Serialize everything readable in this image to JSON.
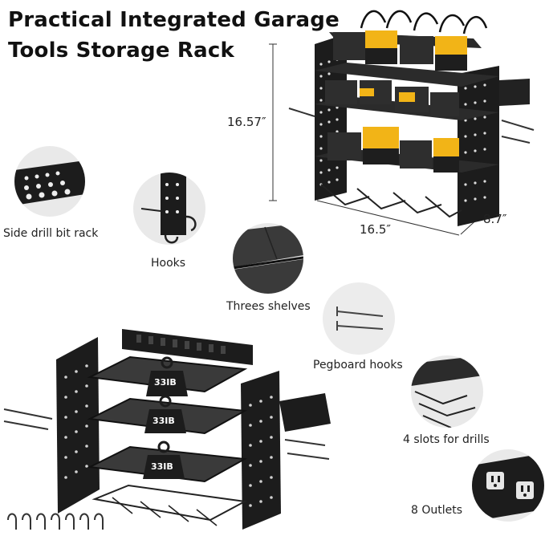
{
  "title": {
    "line1": "Practical Integrated Garage",
    "line2": "Tools Storage Rack"
  },
  "dimensions": {
    "height": "16.57″",
    "width": "16.5″",
    "depth": "8.7″"
  },
  "features": [
    {
      "label": "Side drill bit rack",
      "icon": "drill-bit-rack-icon"
    },
    {
      "label": "Hooks",
      "icon": "hooks-icon"
    },
    {
      "label": "Threes shelves",
      "icon": "shelves-icon"
    },
    {
      "label": "Pegboard hooks",
      "icon": "pegboard-hooks-icon"
    },
    {
      "label": "4 slots for drills",
      "icon": "drill-slots-icon"
    },
    {
      "label": "8 Outlets",
      "icon": "outlets-icon"
    }
  ],
  "shelf_capacity": [
    "33IB",
    "33IB",
    "33IB"
  ],
  "colors": {
    "rack": "#1c1c1c",
    "battery": "#f2b417",
    "circle_bg": "#e9e9e9",
    "text": "#222222"
  }
}
